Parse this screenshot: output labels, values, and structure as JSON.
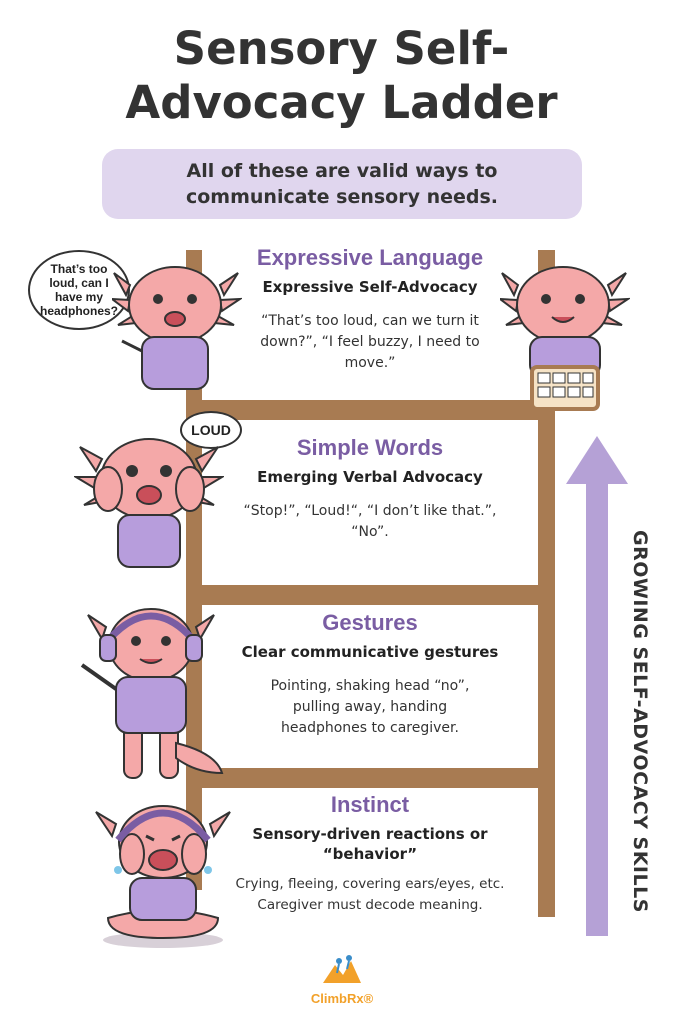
{
  "title_line1": "Sensory Self-",
  "title_line2": "Advocacy Ladder",
  "callout_line1": "All of these are valid ways to",
  "callout_line2": "communicate sensory needs.",
  "steps": [
    {
      "title": "Expressive Language",
      "subtitle": "Expressive Self-Advocacy",
      "desc_lines": [
        "“That’s too loud, can we turn it",
        "down?”, “I feel buzzy, I need to",
        "move.”"
      ]
    },
    {
      "title": "Simple Words",
      "subtitle": "Emerging Verbal Advocacy",
      "desc_lines": [
        "“Stop!”, “Loud!“, “I don’t like that.”,",
        "“No”."
      ]
    },
    {
      "title": "Gestures",
      "subtitle": "Clear communicative gestures",
      "desc_lines": [
        "Pointing, shaking head “no”,",
        "pulling away, handing",
        "headphones to caregiver."
      ]
    },
    {
      "title": "Instinct",
      "subtitle_lines": [
        "Sensory-driven reactions or",
        "“behavior”"
      ],
      "desc_lines": [
        "Crying, fleeing, covering ears/eyes, etc.",
        "Caregiver must decode meaning."
      ]
    }
  ],
  "speech_bubble_lines": [
    "That’s too",
    "loud, can I",
    "have my",
    "headphones?"
  ],
  "loud_bubble": "LOUD",
  "arrow_label": "GROWING SELF-ADVOCACY SKILLS",
  "logo": "ClimbRx®",
  "colors": {
    "accent_purple": "#7a5da3",
    "callout_bg": "#e0d6ee",
    "ladder_brown": "#a87b52",
    "arrow_lavender": "#b5a1d6",
    "axolotl_pink": "#f4a8a8",
    "shirt_purple": "#b79ddc",
    "logo_orange": "#f2a12a"
  },
  "icons": [
    "axolotl-talking",
    "axolotl-tablet",
    "axolotl-covering-ears",
    "axolotl-pointing-headphones",
    "axolotl-crying-headphones",
    "climbrx-logo-icon"
  ]
}
